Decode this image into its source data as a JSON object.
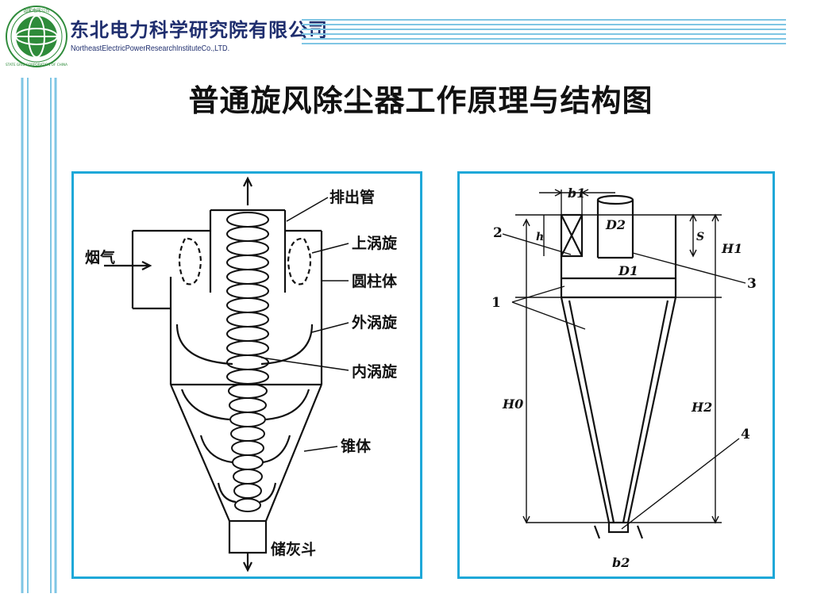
{
  "header": {
    "company_cn": "东北电力科学研究院有限公司",
    "company_en": "NortheastElectricPowerResearchInstituteCo.,LTD.",
    "logo_ring_text": "STATE GRID CORPORATION OF CHINA",
    "logo_top_text": "国家电网公司"
  },
  "title": "普通旋风除尘器工作原理与结构图",
  "left_diagram": {
    "labels": {
      "exhaust_pipe": "排出管",
      "upper_vortex": "上涡旋",
      "cylinder": "圆柱体",
      "outer_vortex": "外涡旋",
      "inner_vortex": "内涡旋",
      "cone": "锥体",
      "ash_hopper": "储灰斗",
      "flue_gas": "烟气"
    }
  },
  "right_diagram": {
    "labels": {
      "b1": "b1",
      "D2": "D2",
      "D1": "D1",
      "h": "h",
      "S": "S",
      "H1": "H1",
      "H0": "H0",
      "H2": "H2",
      "b2": "b2",
      "n1": "1",
      "n2": "2",
      "n3": "3",
      "n4": "4"
    }
  },
  "colors": {
    "header_blue": "#1f2e6e",
    "panel_border": "#1ea8d8",
    "logo_green": "#2e8b3a"
  }
}
